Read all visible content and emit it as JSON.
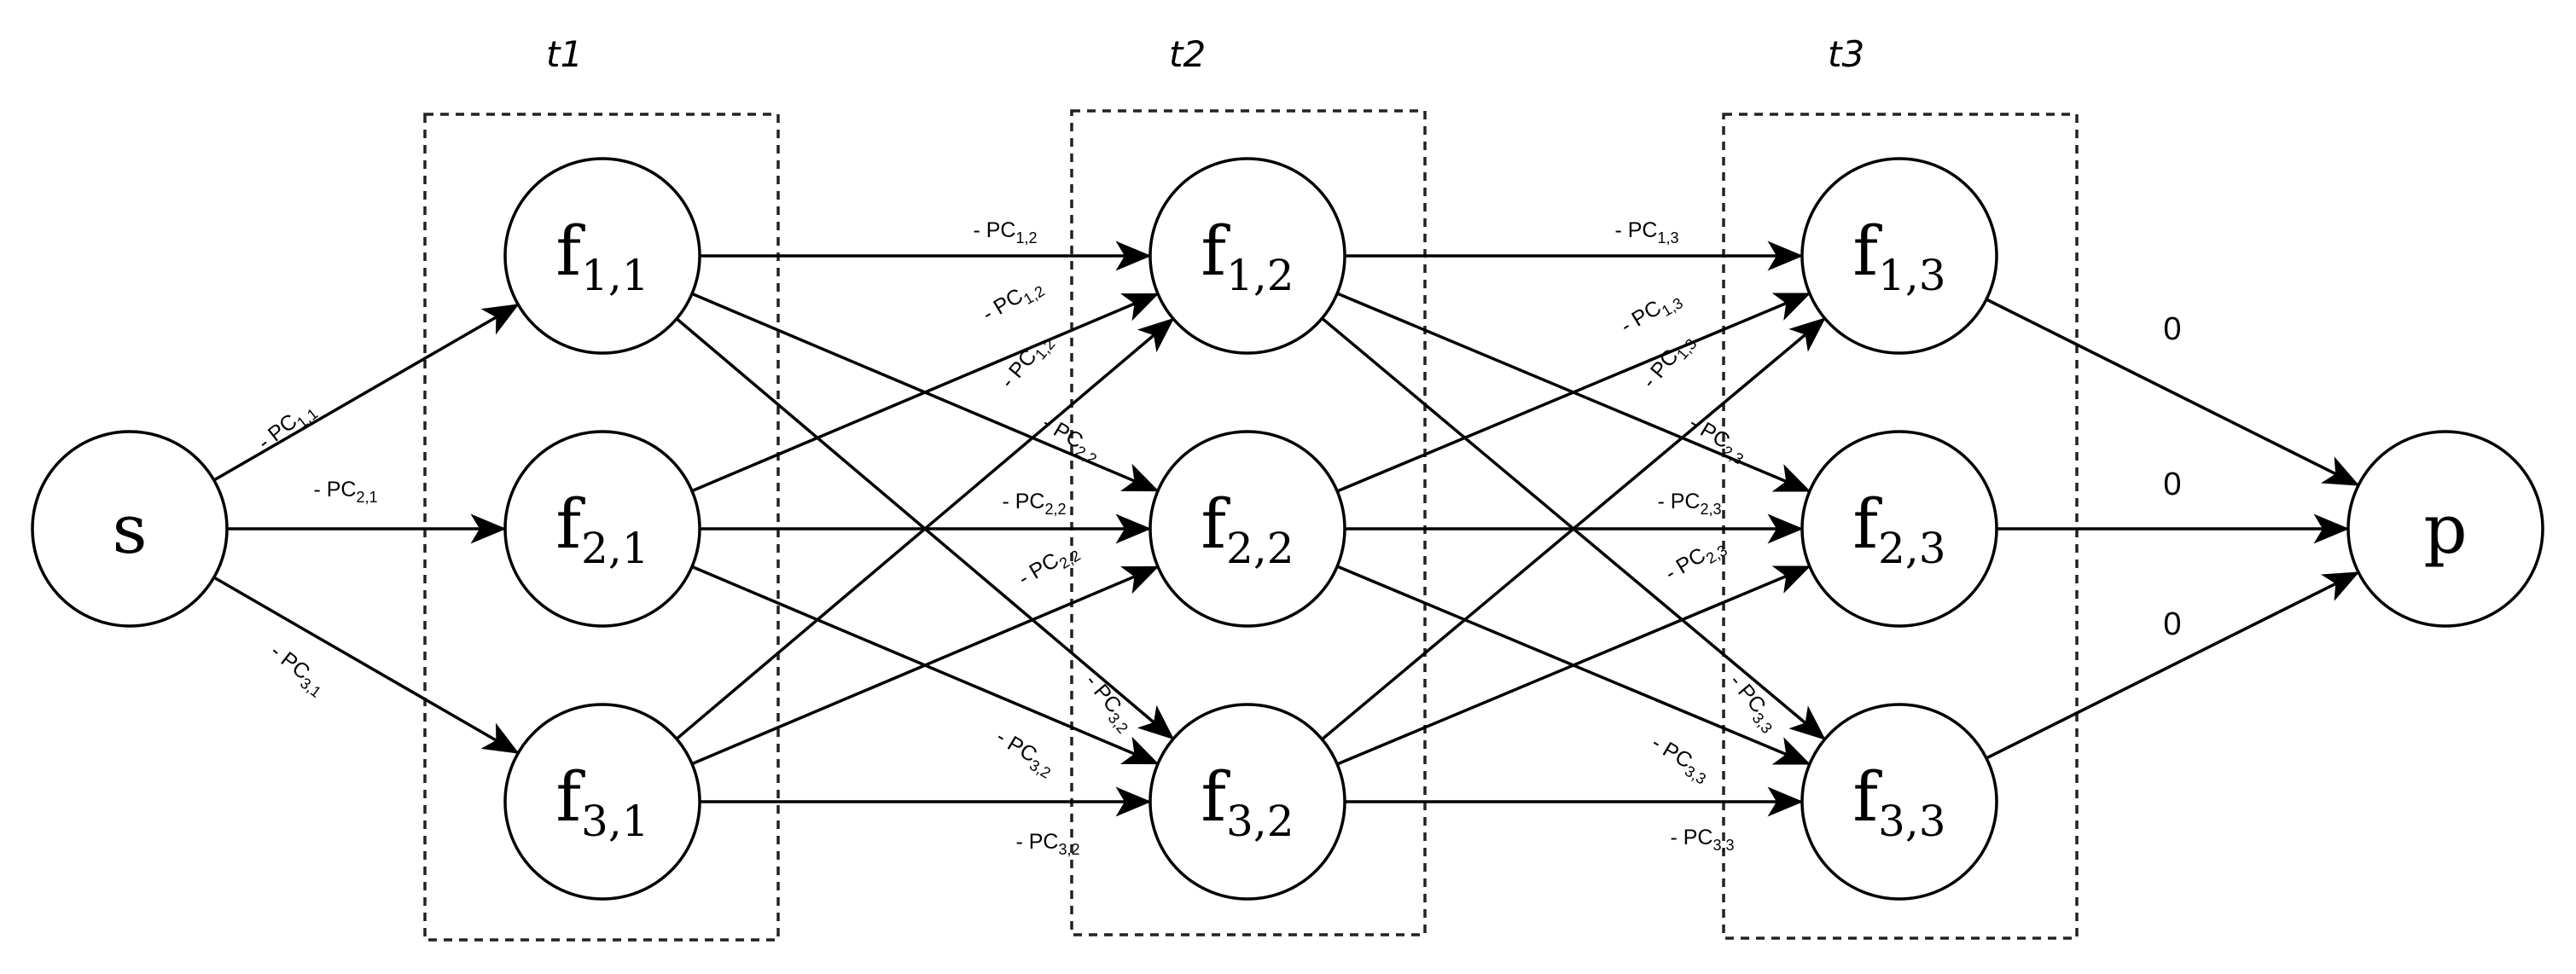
{
  "groups": [
    {
      "id": "t1",
      "label": "t1"
    },
    {
      "id": "t2",
      "label": "t2"
    },
    {
      "id": "t3",
      "label": "t3"
    }
  ],
  "nodes": [
    {
      "id": "s",
      "label": "s",
      "sub": ""
    },
    {
      "id": "f11",
      "label": "f",
      "sub": "1,1"
    },
    {
      "id": "f21",
      "label": "f",
      "sub": "2,1"
    },
    {
      "id": "f31",
      "label": "f",
      "sub": "3,1"
    },
    {
      "id": "f12",
      "label": "f",
      "sub": "1,2"
    },
    {
      "id": "f22",
      "label": "f",
      "sub": "2,2"
    },
    {
      "id": "f32",
      "label": "f",
      "sub": "3,2"
    },
    {
      "id": "f13",
      "label": "f",
      "sub": "1,3"
    },
    {
      "id": "f23",
      "label": "f",
      "sub": "2,3"
    },
    {
      "id": "f33",
      "label": "f",
      "sub": "3,3"
    },
    {
      "id": "p",
      "label": "p",
      "sub": ""
    }
  ],
  "edges": [
    {
      "from": "s",
      "to": "f11"
    },
    {
      "from": "s",
      "to": "f21"
    },
    {
      "from": "s",
      "to": "f31"
    },
    {
      "from": "f11",
      "to": "f12"
    },
    {
      "from": "f11",
      "to": "f22"
    },
    {
      "from": "f11",
      "to": "f32"
    },
    {
      "from": "f21",
      "to": "f12"
    },
    {
      "from": "f21",
      "to": "f22"
    },
    {
      "from": "f21",
      "to": "f32"
    },
    {
      "from": "f31",
      "to": "f12"
    },
    {
      "from": "f31",
      "to": "f22"
    },
    {
      "from": "f31",
      "to": "f32"
    },
    {
      "from": "f12",
      "to": "f13"
    },
    {
      "from": "f12",
      "to": "f23"
    },
    {
      "from": "f12",
      "to": "f33"
    },
    {
      "from": "f22",
      "to": "f13"
    },
    {
      "from": "f22",
      "to": "f23"
    },
    {
      "from": "f22",
      "to": "f33"
    },
    {
      "from": "f32",
      "to": "f13"
    },
    {
      "from": "f32",
      "to": "f23"
    },
    {
      "from": "f32",
      "to": "f33"
    },
    {
      "from": "f13",
      "to": "p"
    },
    {
      "from": "f23",
      "to": "p"
    },
    {
      "from": "f33",
      "to": "p"
    }
  ],
  "edge_labels": [
    {
      "main": "- PC",
      "sub": "1,1"
    },
    {
      "main": "- PC",
      "sub": "2,1"
    },
    {
      "main": "- PC",
      "sub": "3,1"
    },
    {
      "main": "- PC",
      "sub": "1,2"
    },
    {
      "main": "- PC",
      "sub": "1,2"
    },
    {
      "main": "- PC",
      "sub": "1,2"
    },
    {
      "main": "- PC",
      "sub": "2,2"
    },
    {
      "main": "- PC",
      "sub": "2,2"
    },
    {
      "main": "- PC",
      "sub": "2,2"
    },
    {
      "main": "- PC",
      "sub": "3,2"
    },
    {
      "main": "- PC",
      "sub": "3,2"
    },
    {
      "main": "- PC",
      "sub": "3,2"
    },
    {
      "main": "- PC",
      "sub": "1,3"
    },
    {
      "main": "- PC",
      "sub": "1,3"
    },
    {
      "main": "- PC",
      "sub": "1,3"
    },
    {
      "main": "- PC",
      "sub": "2,3"
    },
    {
      "main": "- PC",
      "sub": "2,3"
    },
    {
      "main": "- PC",
      "sub": "2,3"
    },
    {
      "main": "- PC",
      "sub": "3,3"
    },
    {
      "main": "- PC",
      "sub": "3,3"
    },
    {
      "main": "- PC",
      "sub": "3,3"
    },
    {
      "main": "0",
      "sub": ""
    },
    {
      "main": "0",
      "sub": ""
    },
    {
      "main": "0",
      "sub": ""
    }
  ]
}
